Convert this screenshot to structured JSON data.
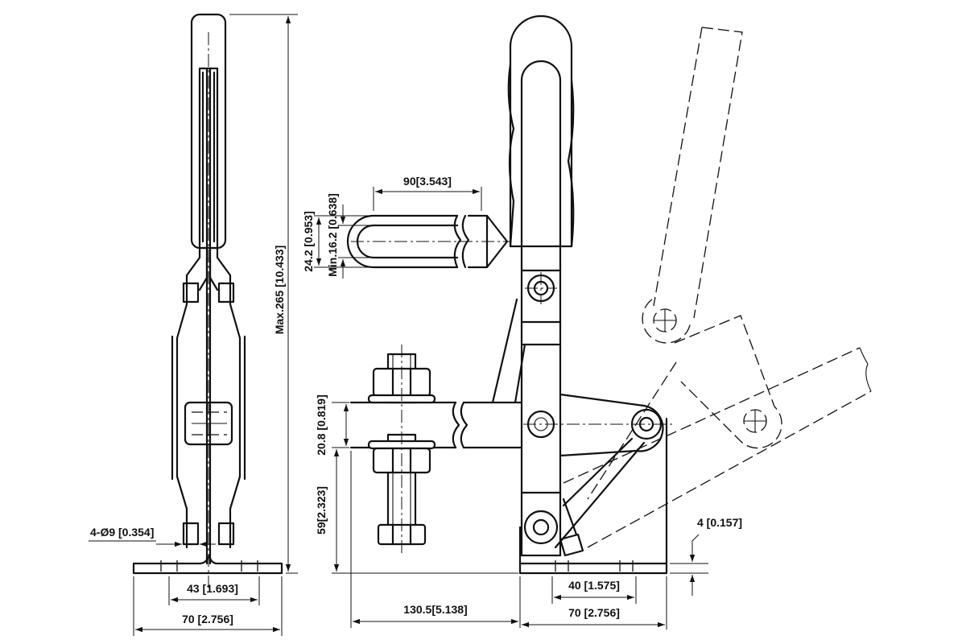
{
  "dimensions": {
    "width_overall": "70 [2.756]",
    "hole_spacing_side": "43 [1.693]",
    "hole_spec": "4-Ø9 [0.354]",
    "height_max": "Max.265 [10.433]",
    "spindle_width": "90[3.543]",
    "slot_outer": "24.2 [0.953]",
    "slot_inner": "Min.16.2 [0.638]",
    "spindle_height": "20.8 [0.819]",
    "base_to_spindle": "59[2.323]",
    "reach": "130.5[5.138]",
    "hole_spacing_front": "40 [1.575]",
    "base_width_front": "70 [2.756]",
    "base_thickness": "4 [0.157]"
  }
}
